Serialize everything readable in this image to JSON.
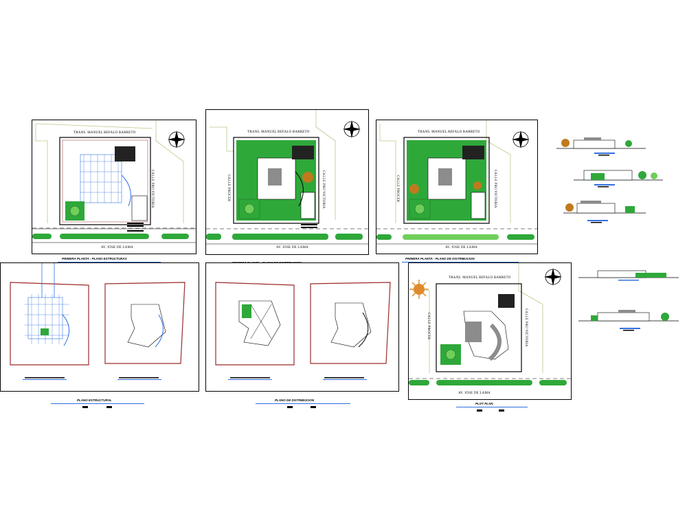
{
  "canvas": {
    "background": "#ffffff"
  },
  "colors": {
    "site_line": "#b8c98a",
    "grass": "#2fa83a",
    "grass_light": "#6fcf5a",
    "tree": "#c07a1e",
    "blue_dim": "#2f6fdf",
    "lot_red": "#9b2a2a",
    "gray_roof": "#8c8c8c"
  },
  "streets": {
    "north": "TRANS. MANUEL REFALO BARRETO",
    "east": "CALLE PRO VICTORIA",
    "west": "CALLE PROCER",
    "south": "AV. JOSE DE LAMA"
  },
  "sheet_titles": {
    "sheet1": "PRIMERA PLANTA - PLANO ESTRUCTURAS",
    "sheet2": "PRIMERA PLANTA - PLANO DE DISTRIBUCION",
    "sheet3": "PRIMERA PLANTA - PLANO DE DISTRIBUCION",
    "sheet4": "PLANO ESTRUCTURAL",
    "sheet5": "PLANO DE DISTRIBUCION",
    "sheet6": "PLOT PLAN"
  },
  "icons": {
    "north_arrow": "north-arrow-icon",
    "sun": "sun-icon",
    "tree": "tree-icon"
  }
}
